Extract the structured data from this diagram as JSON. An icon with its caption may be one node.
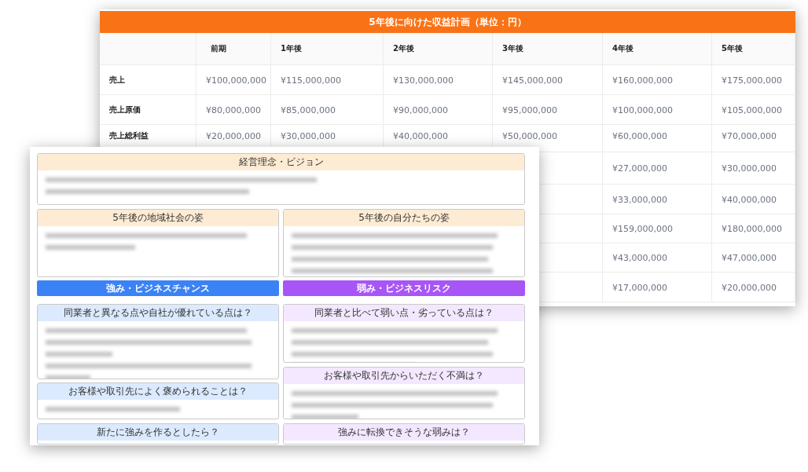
{
  "diagram": {
    "nodes": [
      {
        "text": [
          "5年後に向けた収益計画（単位：円）"
        ]
      },
      {
        "text": [],
        "shape": "box"
      },
      {
        "text": [
          "経営理念・ビジョン"
        ],
        "in": 1
      },
      {
        "text": [
          "5年後の地域社会の姿"
        ],
        "in": 1
      },
      {
        "text": [
          "5年後の自分たちの姿"
        ]
      },
      {
        "text": [
          "強み・ビジネスチャンス"
        ],
        "in": 1
      },
      {
        "text": [
          "弱み・ビジネスリスク"
        ]
      },
      {
        "text": [
          "同業者と異なる点や自社が優れている点は？"
        ],
        "in": 1
      },
      {
        "text": [
          "同業者と比べて弱い点・劣っている点は？"
        ],
        "in": 1
      },
      {
        "text": [
          "お客様や取引先によく褒められることは？"
        ],
        "in": 1
      },
      {
        "text": [
          "お客様や取引先からいただく不満は？"
        ],
        "in": 1
      },
      {
        "text": [
          "新たに強みを作るとしたら？"
        ],
        "in": 1
      },
      {
        "text": [
          "強みに転換できそうな弱みは？"
        ],
        "in": 1
      }
    ],
    "labels": [
      "前期",
      "1年後",
      "2年後",
      "3年後",
      "4年後",
      "5年後",
      "売上",
      "¥100,000,000",
      "¥115,000,000",
      "¥130,000,000",
      "¥145,000,000",
      "¥160,000,000",
      "¥175,000,000",
      "売上原価",
      "¥80,000,000",
      "¥85,000,000",
      "¥90,000,000",
      "¥95,000,000",
      "¥100,000,000",
      "¥105,000,000",
      "売上総利益",
      "¥20,000,000",
      "¥30,000,000",
      "¥40,000,000",
      "¥50,000,000",
      "¥60,000,000",
      "¥70,000,000",
      "¥27,000,000",
      "¥30,000,000",
      "¥33,000,000",
      "¥40,000,000",
      "¥159,000,000",
      "¥180,000,000",
      "¥43,000,000",
      "¥47,000,000",
      "¥17,000,000",
      "¥20,000,000"
    ]
  }
}
